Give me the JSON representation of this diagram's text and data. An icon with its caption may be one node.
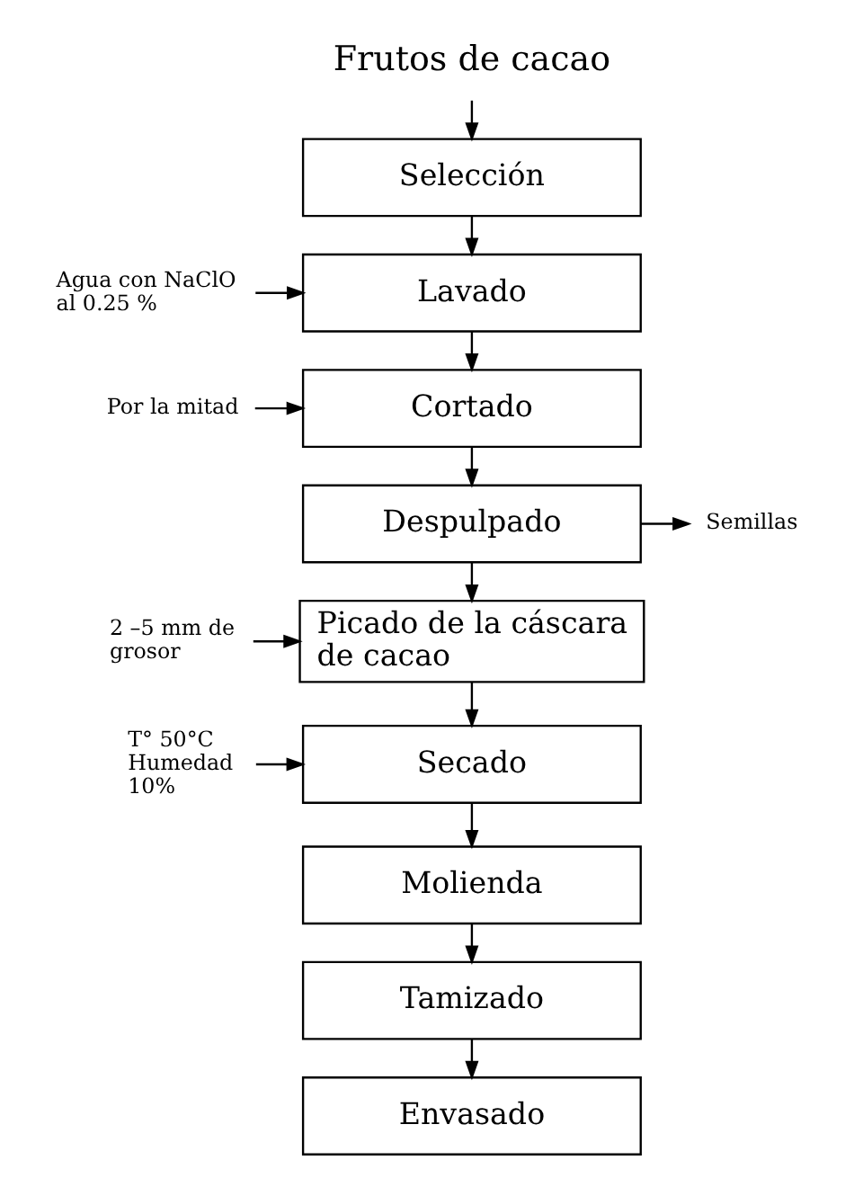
{
  "diagram": {
    "nodes": [
      {
        "text": [
          "Frutos de cacao"
        ]
      },
      {
        "text": [
          "Selección"
        ]
      },
      {
        "text": [
          "Lavado"
        ]
      },
      {
        "text": [
          "Cortado"
        ]
      },
      {
        "text": [
          "Despulpado"
        ]
      },
      {
        "text": [
          "Picado de la cáscara de cacao"
        ]
      },
      {
        "text": [
          "Secado"
        ]
      },
      {
        "text": [
          "Molienda"
        ]
      },
      {
        "text": [
          "Tamizado"
        ]
      },
      {
        "text": [
          "Envasado"
        ]
      },
      {
        "text": [
          "Agua con NaClO al 0.25 %"
        ]
      },
      {
        "text": [
          "Por la mitad"
        ]
      },
      {
        "text": [
          "Semillas"
        ]
      },
      {
        "text": [
          "2 –5 mm de grosor"
        ]
      },
      {
        "text": [
          "T° 50°C Humedad 10%"
        ]
      }
    ],
    "edges": [
      {
        "from": 0,
        "to": 1,
        "arrow": "to"
      },
      {
        "from": 1,
        "to": 2,
        "arrow": "to"
      },
      {
        "from": 2,
        "to": 3,
        "arrow": "to"
      },
      {
        "from": 3,
        "to": 4,
        "arrow": "to"
      },
      {
        "from": 4,
        "to": 5,
        "arrow": "to"
      },
      {
        "from": 5,
        "to": 6,
        "arrow": "to"
      },
      {
        "from": 6,
        "to": 7,
        "arrow": "to"
      },
      {
        "from": 7,
        "to": 8,
        "arrow": "to"
      },
      {
        "from": 8,
        "to": 9,
        "arrow": "to"
      },
      {
        "from": 10,
        "to": 2,
        "arrow": "to"
      },
      {
        "from": 11,
        "to": 3,
        "arrow": "to"
      },
      {
        "from": 4,
        "to": 12,
        "arrow": "to"
      },
      {
        "from": 13,
        "to": 5,
        "arrow": "to"
      },
      {
        "from": 14,
        "to": 6,
        "arrow": "to"
      }
    ]
  }
}
